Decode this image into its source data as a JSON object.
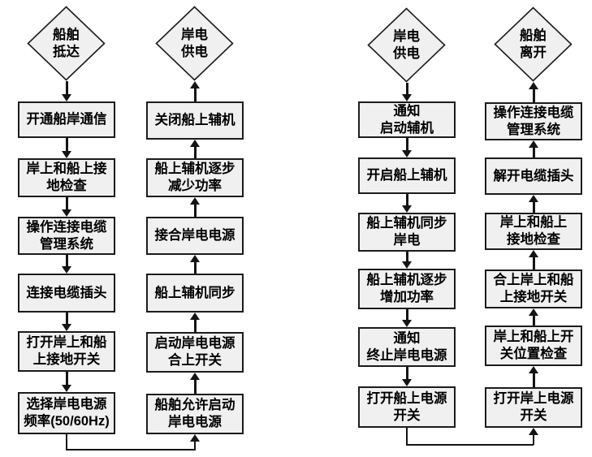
{
  "colors": {
    "background": "#ffffff",
    "node_fill": "#f0f0f0",
    "node_border": "#1c1c1c",
    "line": "#141414",
    "text": "#000000"
  },
  "columns": [
    {
      "name": "connect-sequence-ship-side",
      "flow": "down",
      "terminal": "船舶\n抵达",
      "steps": [
        "开通船岸通信",
        "岸上和船上接\n地检查",
        "操作连接电缆\n管理系统",
        "连接电缆插头",
        "打开岸上和船\n上接地开关",
        "选择岸电电源\n频率(50/60Hz)"
      ]
    },
    {
      "name": "connect-sequence-power-on",
      "flow": "up",
      "terminal": "岸电\n供电",
      "steps": [
        "关闭船上辅机",
        "船上辅机逐步\n减少功率",
        "接合岸电电源",
        "船上辅机同步",
        "启动岸电电源\n合上开关",
        "船舶允许启动\n岸电电源"
      ]
    },
    {
      "name": "disconnect-sequence-ship-side",
      "flow": "down",
      "terminal": "岸电\n供电",
      "steps": [
        "通知\n启动辅机",
        "开启船上辅机",
        "船上辅机同步\n岸电",
        "船上辅机逐步\n增加功率",
        "通知\n终止岸电电源",
        "打开船上电源\n开关"
      ]
    },
    {
      "name": "disconnect-sequence-departure",
      "flow": "up",
      "terminal": "船舶\n离开",
      "steps": [
        "操作连接电缆\n管理系统",
        "解开电缆插头",
        "岸上和船上\n接地检查",
        "合上岸上和船\n上接地开关",
        "岸上和船上开\n关位置检查",
        "打开岸上电源\n开关"
      ]
    }
  ],
  "connectors": [
    {
      "from": "选择岸电电源频率(50/60Hz)",
      "to": "船舶允许启动岸电电源",
      "shape": "down-right-up"
    },
    {
      "from": "打开船上电源开关",
      "to": "打开岸上电源开关",
      "shape": "down-right-up"
    }
  ]
}
